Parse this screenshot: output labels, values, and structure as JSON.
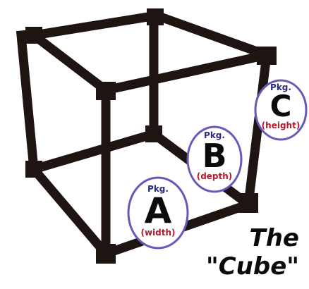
{
  "packages": [
    {
      "pkg_label": "Pkg.",
      "letter": "A",
      "dimension": "(width)"
    },
    {
      "pkg_label": "Pkg.",
      "letter": "B",
      "dimension": "(depth)"
    },
    {
      "pkg_label": "Pkg.",
      "letter": "C",
      "dimension": "(height)"
    }
  ],
  "title": {
    "line1": "The",
    "line2": "\"Cube\""
  },
  "colors": {
    "frame": "#1e1412",
    "pkg_text": "#2b2a80",
    "dim_text": "#b8182c",
    "ring": "#6a58b8"
  }
}
